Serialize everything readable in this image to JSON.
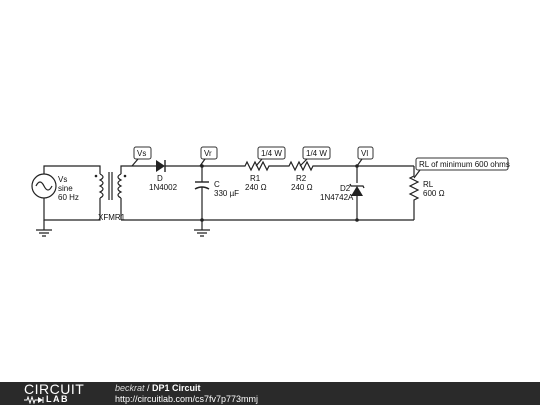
{
  "schematic": {
    "source": {
      "name": "Vs",
      "wave": "sine",
      "freq": "60 Hz"
    },
    "transformer": {
      "name": "XFMR1"
    },
    "diode": {
      "name": "D",
      "part": "1N4002"
    },
    "capacitor": {
      "name": "C",
      "value": "330 µF"
    },
    "r1": {
      "name": "R1",
      "value": "240 Ω",
      "power": "1/4 W"
    },
    "r2": {
      "name": "R2",
      "value": "240 Ω",
      "power": "1/4 W"
    },
    "zener": {
      "name": "D2",
      "part": "1N4742A"
    },
    "load": {
      "name": "RL",
      "value": "600 Ω"
    },
    "probes": {
      "vs": "Vs",
      "vr": "Vr",
      "vl": "Vl"
    },
    "annotation": "RL of minimum 600 ohms"
  },
  "footer": {
    "logo_top": "CIRCUIT",
    "logo_bottom": "LAB",
    "author": "beckrat",
    "separator": " / ",
    "title": "DP1 Circuit",
    "url": "http://circuitlab.com/cs7fv7p773mmj"
  }
}
